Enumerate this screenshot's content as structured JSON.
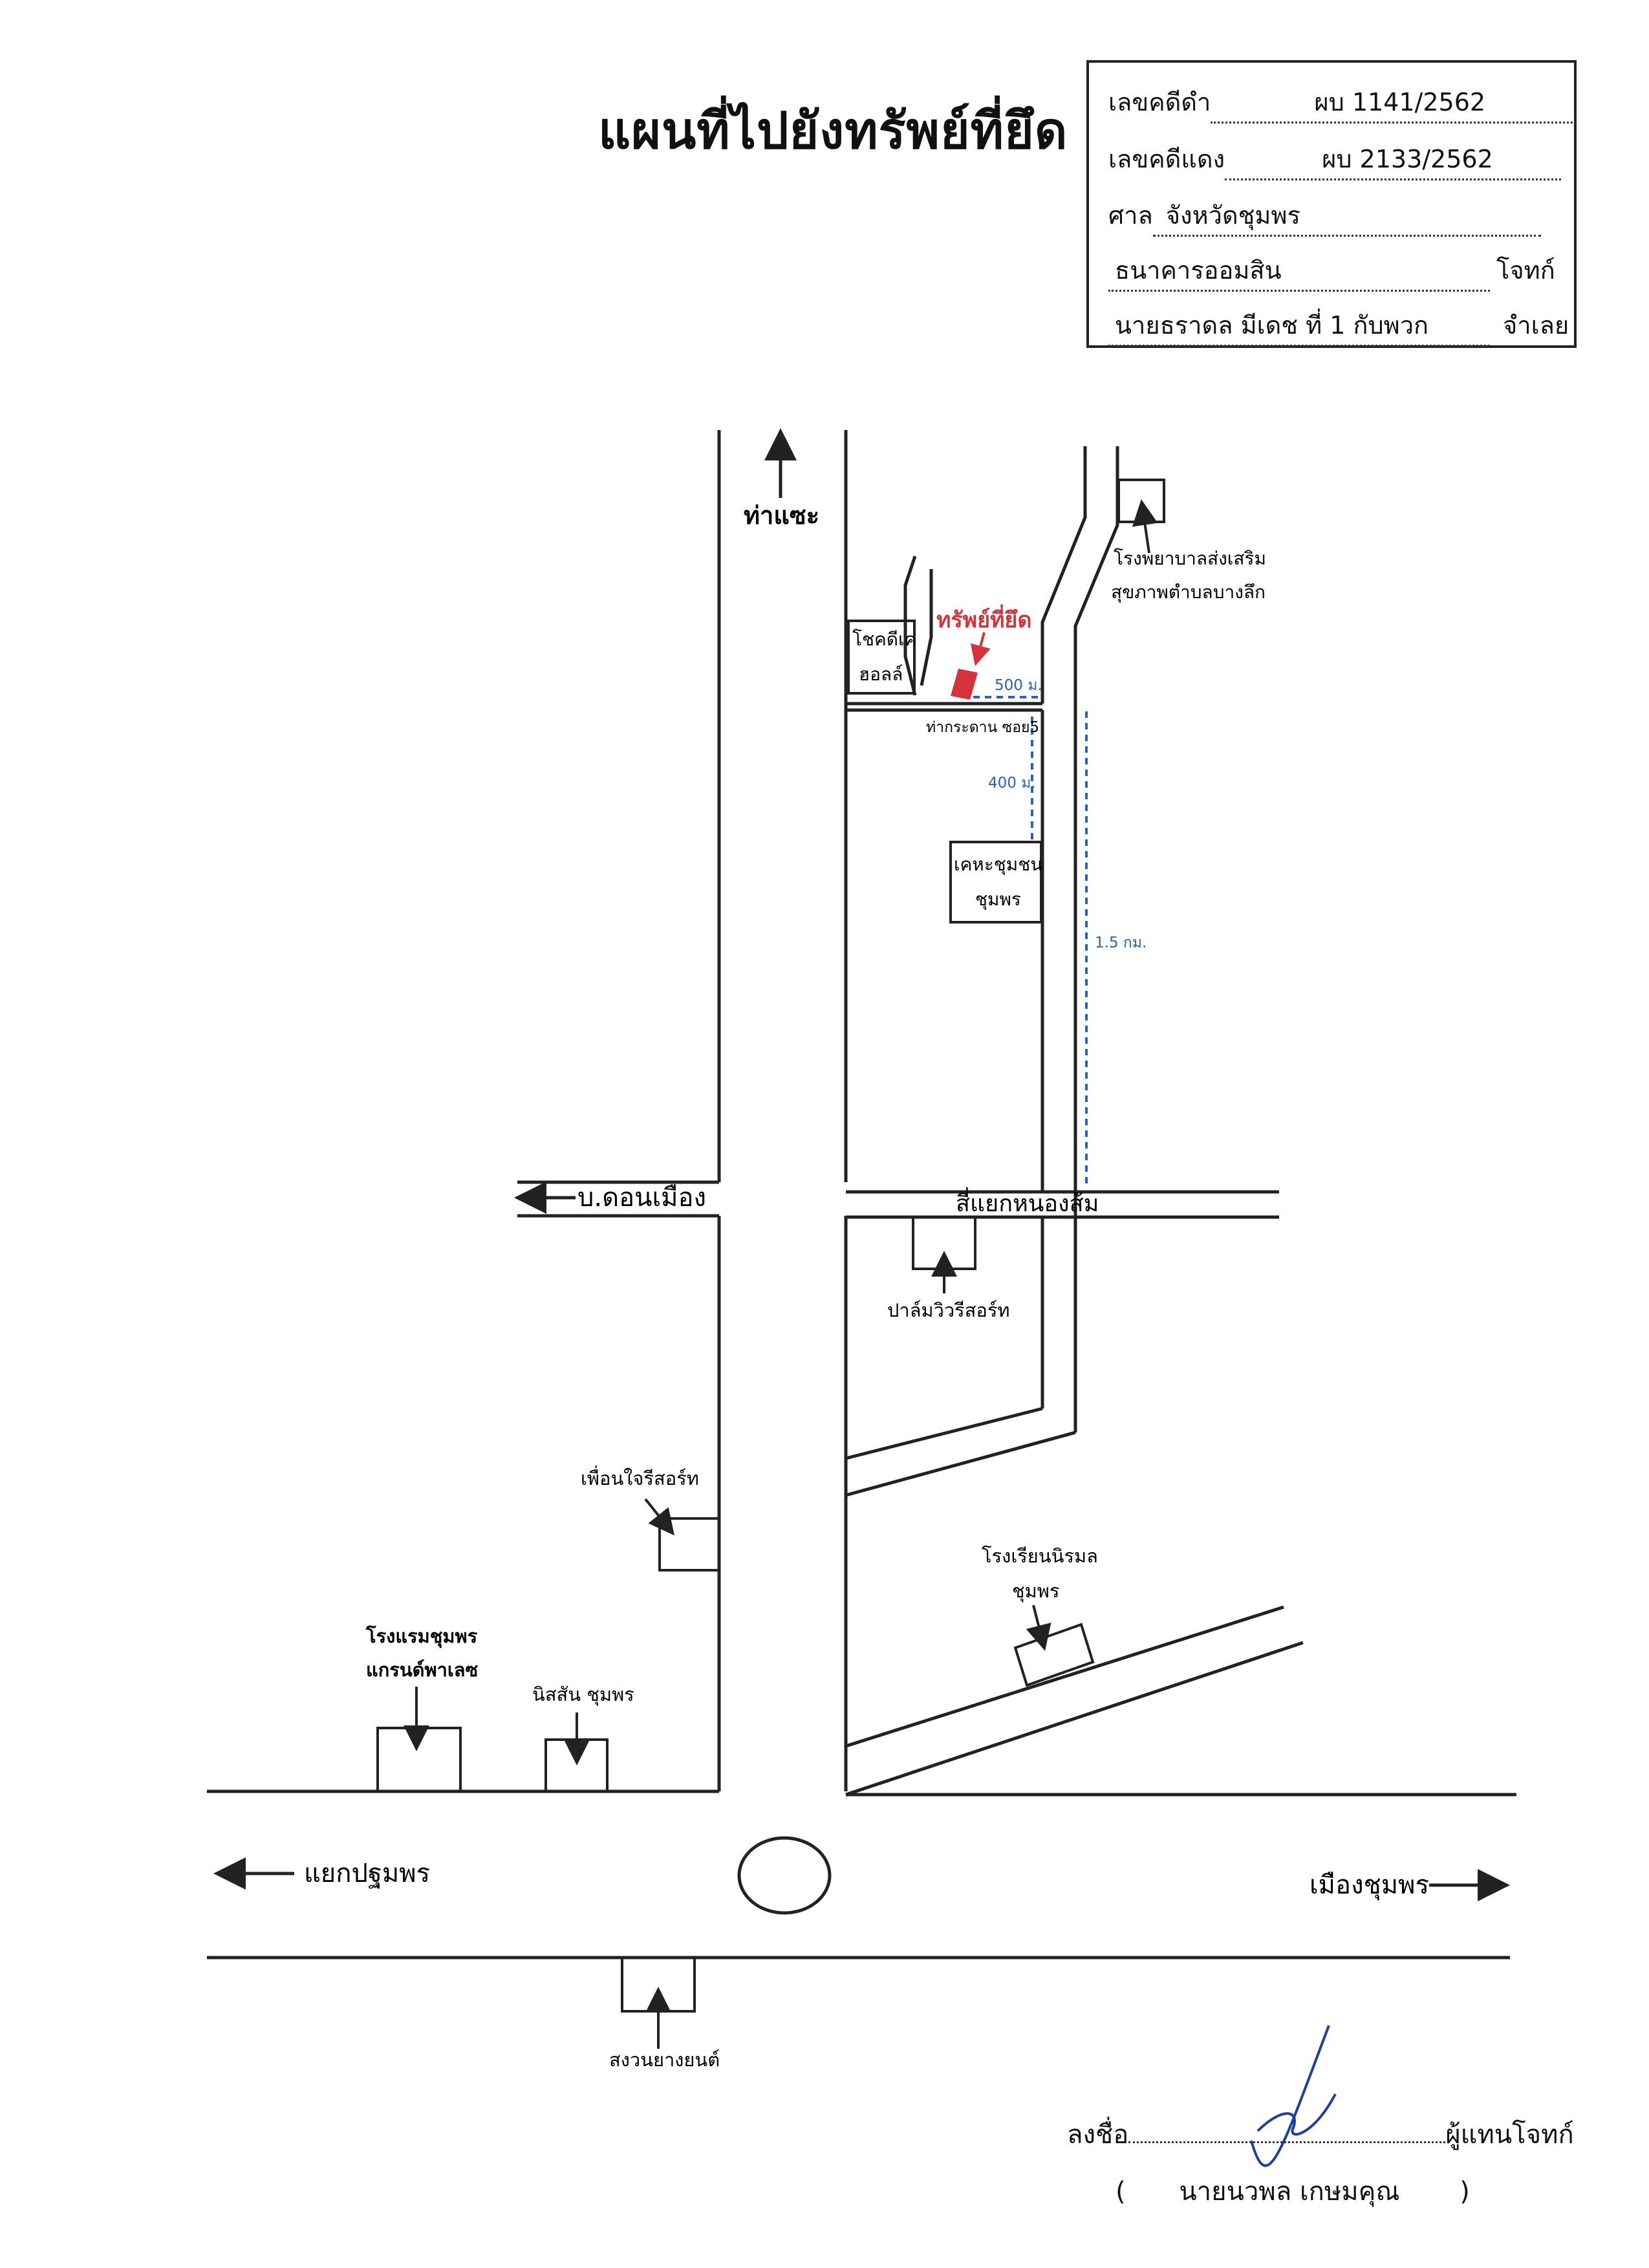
{
  "title": "แผนที่ไปยังทรัพย์ที่ยึด",
  "case_info": {
    "black_case_label": "เลขคดีดำ",
    "black_case_no": "ผบ 1141/2562",
    "red_case_label": "เลขคดีแดง",
    "red_case_no": "ผบ 2133/2562",
    "court_label": "ศาล",
    "court_name": "จังหวัดชุมพร",
    "plaintiff_name": "ธนาคารออมสิน",
    "plaintiff_label": "โจทก์",
    "defendant_name": "นายธราดล มีเดช ที่ 1 กับพวก",
    "defendant_label": "จำเลย"
  },
  "map": {
    "target_label": "ทรัพย์ที่ยึด",
    "target_color": "#d6323c",
    "distance_color": "#2b62b8",
    "direction_labels": {
      "north": "ท่าแซะ",
      "west_upper": "บ.ดอนเมือง",
      "west_lower": "แยกปฐมพร",
      "east": "เมืองชุมพร"
    },
    "intersection_label": "สี่แยกหนองส้ม",
    "soi_label": "ท่ากระดาน ซอย5",
    "distances": [
      "500 ม.",
      "400 ม.",
      "1.5 กม."
    ],
    "landmarks": {
      "hospital": [
        "โรงพยาบาลส่งเสริม",
        "สุขภาพตำบลบางลึก"
      ],
      "hall": [
        "โชคดีเค",
        "ฮอลล์"
      ],
      "housing": [
        "เคหะชุมชน",
        "ชุมพร"
      ],
      "palm_resort": "ปาล์มวิวรีสอร์ท",
      "friend_resort": "เพื่อนใจรีสอร์ท",
      "school": [
        "โรงเรียนนิรมล",
        "ชุมพร"
      ],
      "hotel": [
        "โรงแรมชุมพร",
        "แกรนด์พาเลซ"
      ],
      "nissan": "นิสสัน ชุมพร",
      "rubber": "สงวนยางยนต์"
    }
  },
  "signature": {
    "sign_label": "ลงชื่อ",
    "role": "ผู้แทนโจทก์",
    "name": "นายนวพล  เกษมคุณ",
    "open_paren": "(",
    "close_paren": ")"
  }
}
